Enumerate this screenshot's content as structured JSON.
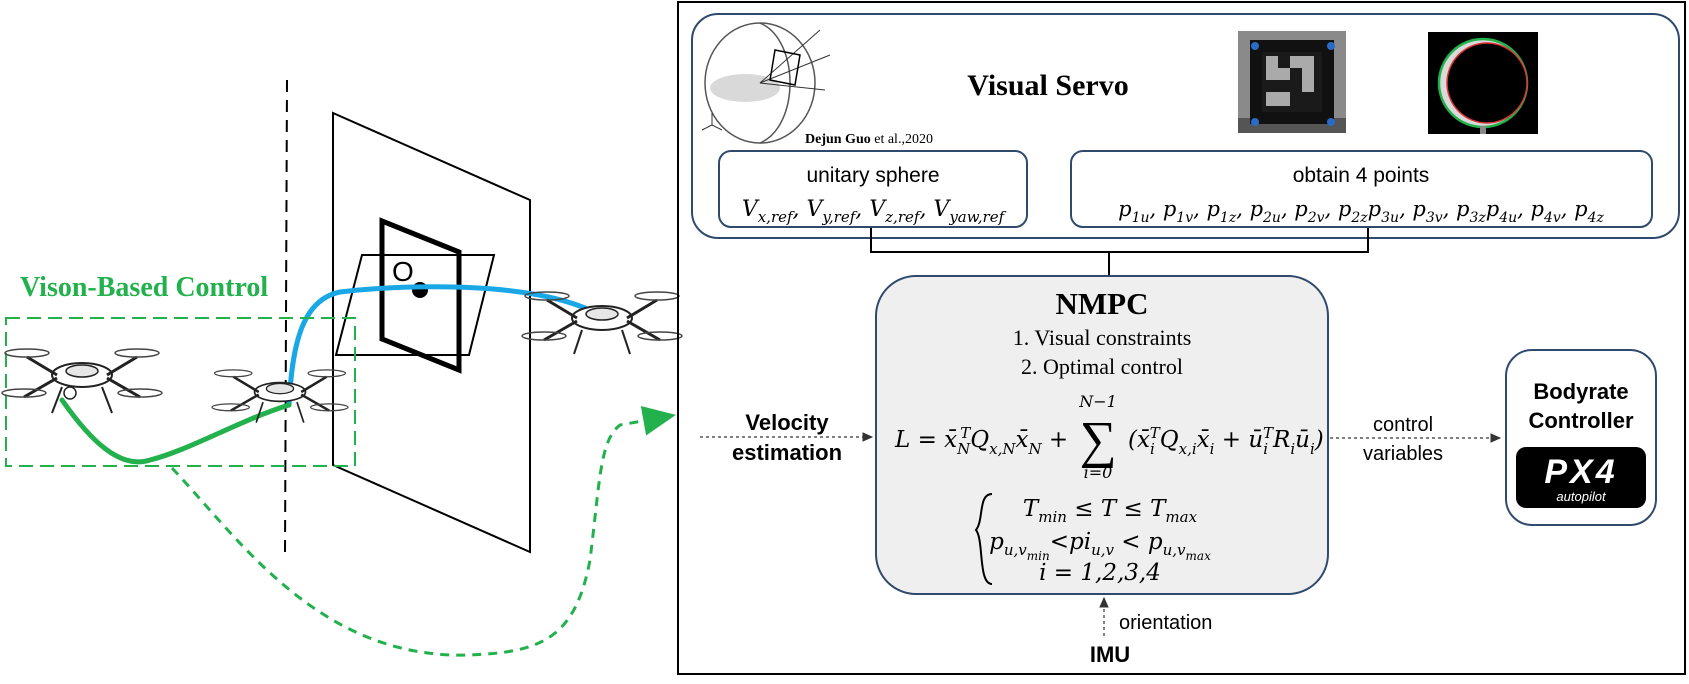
{
  "left": {
    "title": "Vison-Based Control",
    "marker_label": "O"
  },
  "visual_servo": {
    "title": "Visual Servo",
    "citation_author": "Dejun Guo",
    "citation_rest": " et al.,2020",
    "box1_title": "unitary sphere",
    "box1_formula": "Vx,ref , Vy,ref , Vz,ref , Vyaw,ref",
    "box2_title": "obtain 4 points",
    "box2_formula": "p1u , p1v , p1z , p2u , p2v , p2zp3u , p3v , p3zp4u , p4v , p4z"
  },
  "nmpc": {
    "title": "NMPC",
    "item1": "1. Visual constraints",
    "item2": "2. Optimal control",
    "cost_lhs": "L = x̄",
    "constraint1": "Tmin ≤ T ≤ Tmax",
    "constraint2": "pu,vmin < piu,v < pu,vmax",
    "constraint3": "i = 1,2,3,4"
  },
  "inputs": {
    "velocity_line1": "Velocity",
    "velocity_line2": "estimation",
    "imu": "IMU",
    "orientation": "orientation"
  },
  "outputs": {
    "control_line1": "control",
    "control_line2": "variables",
    "controller_line1": "Bodyrate",
    "controller_line2": "Controller",
    "px4_logo_text": "PX4",
    "px4_logo_sub": "autopilot"
  },
  "colors": {
    "green": "#22b14c",
    "blue": "#1aa7e6",
    "box_border": "#2f4a6d",
    "nmpc_fill": "#efefef"
  }
}
